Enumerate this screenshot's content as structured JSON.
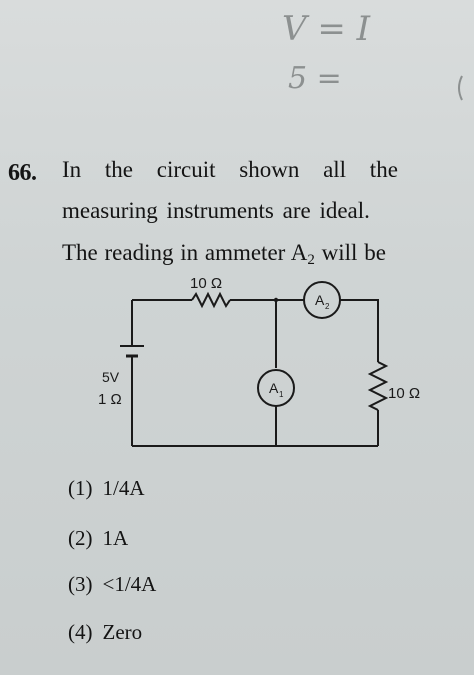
{
  "scribble": {
    "line1": "V = I",
    "line2": "5 ="
  },
  "question": {
    "number": "66.",
    "line1": "In the circuit shown all the",
    "line2": "measuring instruments are ideal.",
    "line3_prefix": "The reading in ammeter A",
    "line3_sub": "2",
    "line3_suffix": " will be"
  },
  "circuit": {
    "top_resistor_label": "10 Ω",
    "ammeter_a2_label": "A",
    "ammeter_a2_sub": "2",
    "ammeter_a1_label": "A",
    "ammeter_a1_sub": "1",
    "battery_emf_label": "5V",
    "battery_internal_resistance_label": "1 Ω",
    "right_resistor_label": "10 Ω"
  },
  "options": [
    {
      "number": "(1)",
      "text": "1/4A"
    },
    {
      "number": "(2)",
      "text": "1A"
    },
    {
      "number": "(3)",
      "text": "<1/4A"
    },
    {
      "number": "(4)",
      "text": "Zero"
    }
  ]
}
